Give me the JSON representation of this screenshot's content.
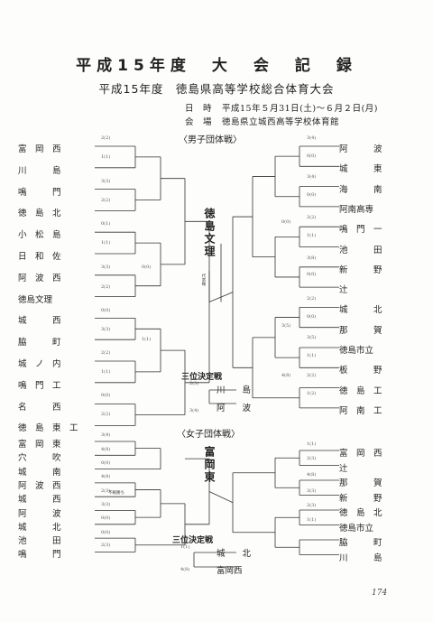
{
  "header": {
    "title": "平成15年度　大　会　記　録",
    "subtitle": "平成15年度　徳島県高等学校総合体育大会",
    "date_label": "日　時",
    "date_value": "平成15年５月31日(土)～６月２日(月)",
    "venue_label": "会　場",
    "venue_value": "徳島県立城西高等学校体育館"
  },
  "men": {
    "heading": "〈男子団体戦〉",
    "left_teams": [
      "富　岡　西",
      "川　　　島",
      "鳴　　　門",
      "徳　島　北",
      "小　松　島",
      "日　和　佐",
      "阿　波　西",
      "徳島文理",
      "城　　　西",
      "脇　　　町",
      "城　ノ　内",
      "鳴　門　工",
      "名　　　西",
      "徳　島　東　工"
    ],
    "right_teams": [
      "阿　　　波",
      "城　　　東",
      "海　　　南",
      "阿南高専",
      "鳴　門　一",
      "池　　　田",
      "新　　　野",
      "辻",
      "城　　　北",
      "那　　　賀",
      "徳島市立",
      "板　　　野",
      "徳　島　工",
      "阿　南　工"
    ],
    "champion": "徳島文理",
    "champion_note": "代表権",
    "third_place_label": "三位決定戦",
    "third_place_teams": [
      "川　　島",
      "阿　　波"
    ],
    "third_scores": [
      "2(3)",
      "3(4)"
    ]
  },
  "women": {
    "heading": "〈女子団体戦〉",
    "left_teams": [
      "富　岡　東",
      "穴　　　吹",
      "城　　　南",
      "阿　波　西",
      "城　　　西",
      "阿　　　波",
      "城　　　北",
      "池　　　田",
      "鳴　　　門"
    ],
    "right_teams": [
      "富　岡　西",
      "辻",
      "那　　　賀",
      "新　　　野",
      "徳　島　北",
      "徳島市立",
      "脇　　　町",
      "川　　　島"
    ],
    "champion": "富岡東",
    "note": "不戦勝ち",
    "third_place_label": "三位決定戦",
    "third_place_teams": [
      "城　　北",
      "富岡西"
    ],
    "third_scores": [
      "1(1)",
      "4(8)"
    ]
  },
  "scores": {
    "men_left": [
      "2(2)",
      "1(1)",
      "3(3)",
      "2(2)",
      "0(1)",
      "1(1)",
      "3(3)",
      "2(2)",
      "0(0)",
      "3(3)",
      "2(2)",
      "1(1)",
      "0(0)",
      "2(2)",
      "0(0)",
      "1(1)"
    ],
    "men_right": [
      "3(4)",
      "0(0)",
      "3(4)",
      "0(0)",
      "2(2)",
      "1(1)",
      "3(8)",
      "0(0)",
      "2(2)",
      "0(0)",
      "3(5)",
      "1(1)",
      "2(2)",
      "1(2)",
      "0(0)",
      "3(5)",
      "4(8)"
    ],
    "women": [
      "3(4)",
      "4(8)",
      "0(0)",
      "4(8)",
      "2(3)",
      "3(3)",
      "0(0)",
      "0(0)",
      "2(3)",
      "1(1)",
      "2(3)",
      "4(8)",
      "3(3)",
      "2(3)",
      "1(1)"
    ]
  },
  "page_number": "174"
}
